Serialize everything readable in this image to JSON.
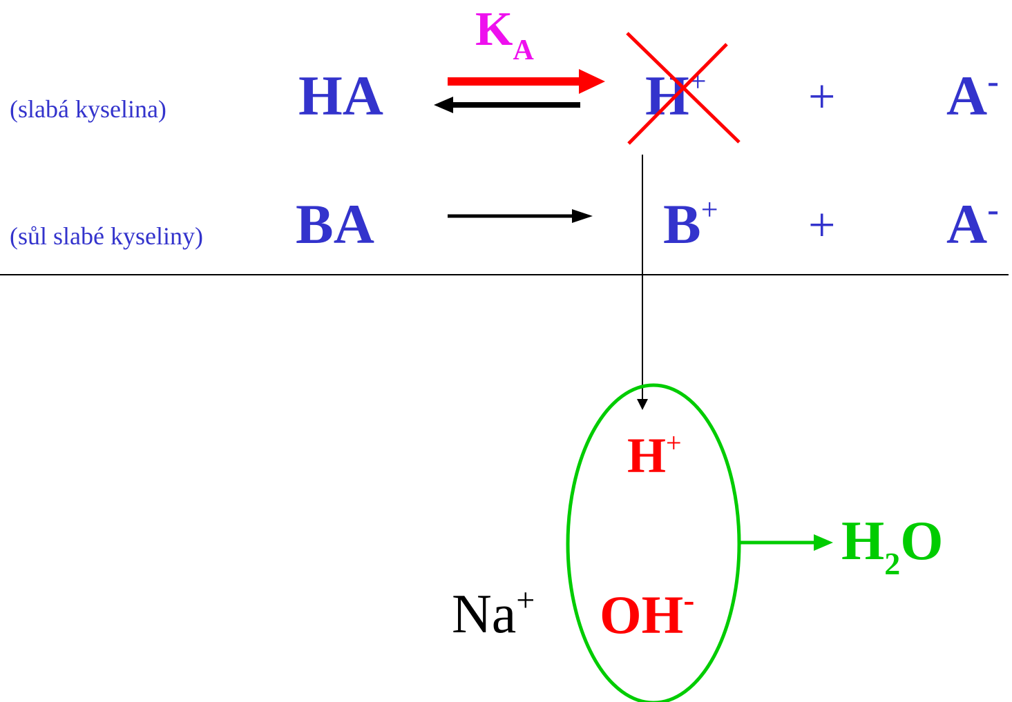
{
  "row1": {
    "label": "(slabá kyselina)",
    "acid": "HA",
    "rate_main": "K",
    "rate_sub": "A",
    "ion1_main": "H",
    "ion1_sup": "+",
    "plus": "+",
    "ion2_main": "A",
    "ion2_sup": "-"
  },
  "row2": {
    "label": "(sůl slabé kyseliny)",
    "salt": "BA",
    "ion1_main": "B",
    "ion1_sup": "+",
    "plus": "+",
    "ion2_main": "A",
    "ion2_sup": "-"
  },
  "neutralization": {
    "h_main": "H",
    "h_sup": "+",
    "oh_main": "OH",
    "oh_sup": "-",
    "na_main": "Na",
    "na_sup": "+",
    "water_h": "H",
    "water_sub": "2",
    "water_o": "O"
  },
  "colors": {
    "text_blue": "#3333cc",
    "ka_magenta": "#ee10ee",
    "red": "#ff0000",
    "green": "#00cc00",
    "black": "#000000"
  }
}
